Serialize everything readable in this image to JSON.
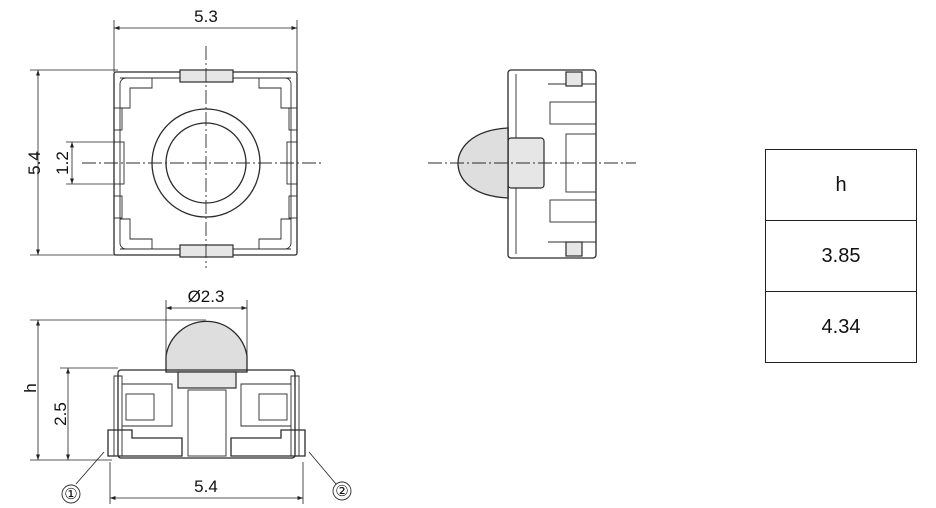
{
  "dimensions": {
    "top_width": "5.3",
    "left_height": "5.4",
    "pitch": "1.2",
    "diameter": "Ø2.3",
    "overall_h": "h",
    "base_height": "2.5",
    "bottom_width": "5.4"
  },
  "callouts": {
    "terminal_1": "①",
    "terminal_2": "②"
  },
  "h_table": {
    "header": "h",
    "rows": [
      "3.85",
      "4.34"
    ]
  }
}
